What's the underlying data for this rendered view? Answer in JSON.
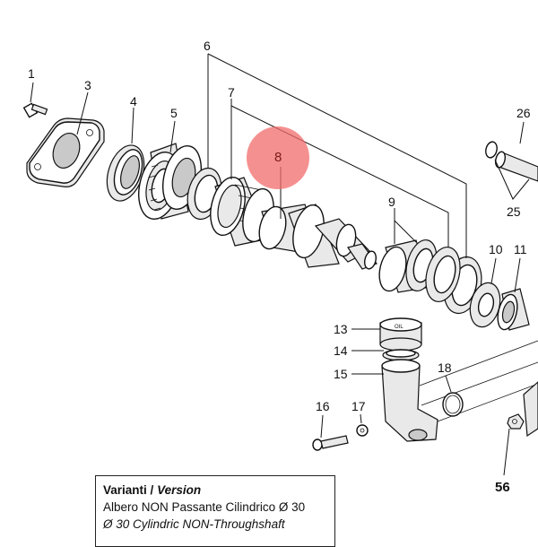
{
  "diagram": {
    "labels": {
      "p1": "1",
      "p3": "3",
      "p4": "4",
      "p5": "5",
      "p6": "6",
      "p7": "7",
      "p8": "8",
      "p9": "9",
      "p10": "10",
      "p11": "11",
      "p13": "13",
      "p14": "14",
      "p15": "15",
      "p16": "16",
      "p17": "17",
      "p18": "18",
      "p25": "25",
      "p26": "26",
      "p56": "56"
    },
    "oil_cap_text": "OIL",
    "highlight_color": "#f26b6b"
  },
  "legend": {
    "title_it": "Varianti",
    "title_sep": "/",
    "title_en": "Version",
    "line1": "Albero NON Passante Cilindrico Ø 30",
    "line2": "Ø 30 Cylindric NON-Throughshaft"
  }
}
